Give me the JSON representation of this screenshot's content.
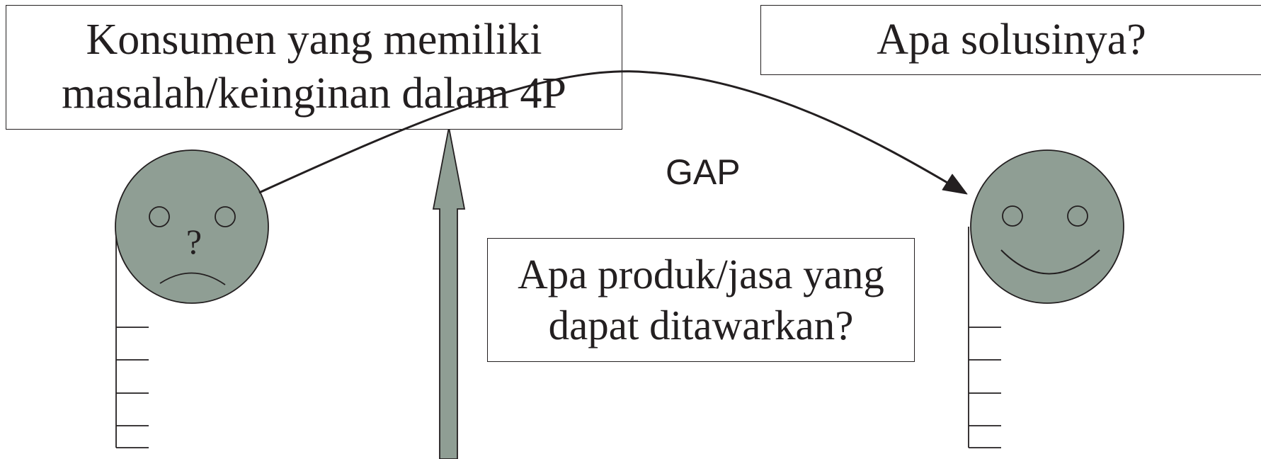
{
  "boxes": {
    "problem": "Konsumen yang memiliki\nmasalah/keinginan dalam 4P",
    "solution": "Apa solusinya?",
    "offer": "Apa produk/jasa yang\ndapat ditawarkan?"
  },
  "gap_label": "GAP",
  "sad_face_mark": "?",
  "colors": {
    "face_fill": "#8f9e94",
    "stroke": "#231f20",
    "arrow_fill": "#8f9e94"
  },
  "icons": [
    "sad-face-icon",
    "smiley-face-icon",
    "up-arrow-icon",
    "curved-arrow-icon",
    "bar-gauge-icon"
  ]
}
